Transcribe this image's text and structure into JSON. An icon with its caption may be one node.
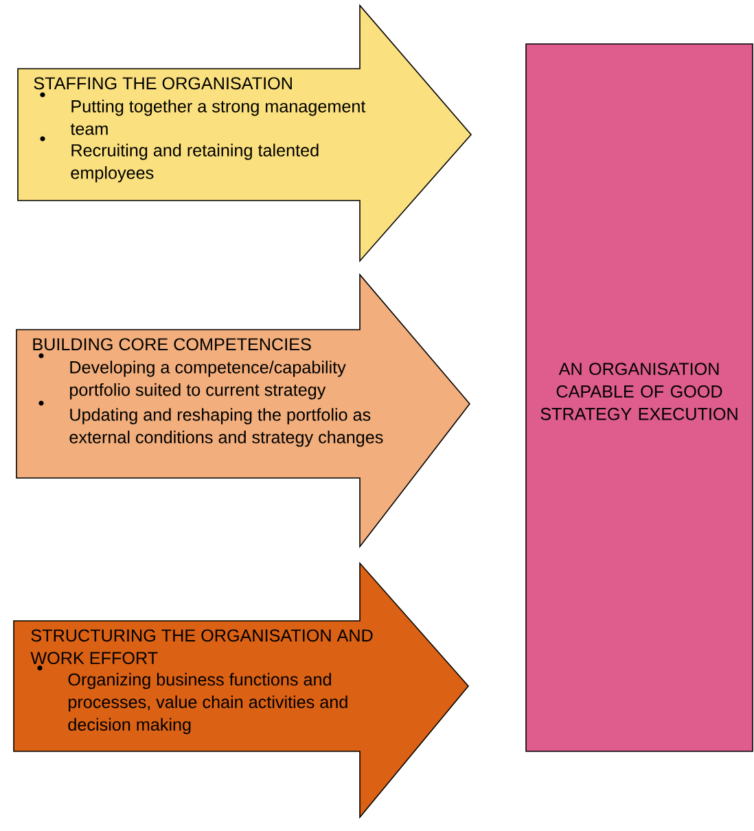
{
  "diagram": {
    "nodes": [
      {
        "text": [
          "STAFFING THE ORGANISATION",
          "Putting together a strong management team",
          "Recruiting and retaining talented employees"
        ]
      },
      {
        "text": [
          "BUILDING CORE COMPETENCIES",
          "Developing a competence/capability portfolio suited to current strategy",
          "Updating and reshaping the portfolio as external conditions and strategy changes"
        ]
      },
      {
        "text": [
          "STRUCTURING THE ORGANISATION AND WORK EFFORT",
          "Organizing business functions and processes, value chain activities and decision making"
        ]
      },
      {
        "text": [
          "AN ORGANISATION CAPABLE OF GOOD STRATEGY EXECUTION"
        ]
      }
    ]
  }
}
